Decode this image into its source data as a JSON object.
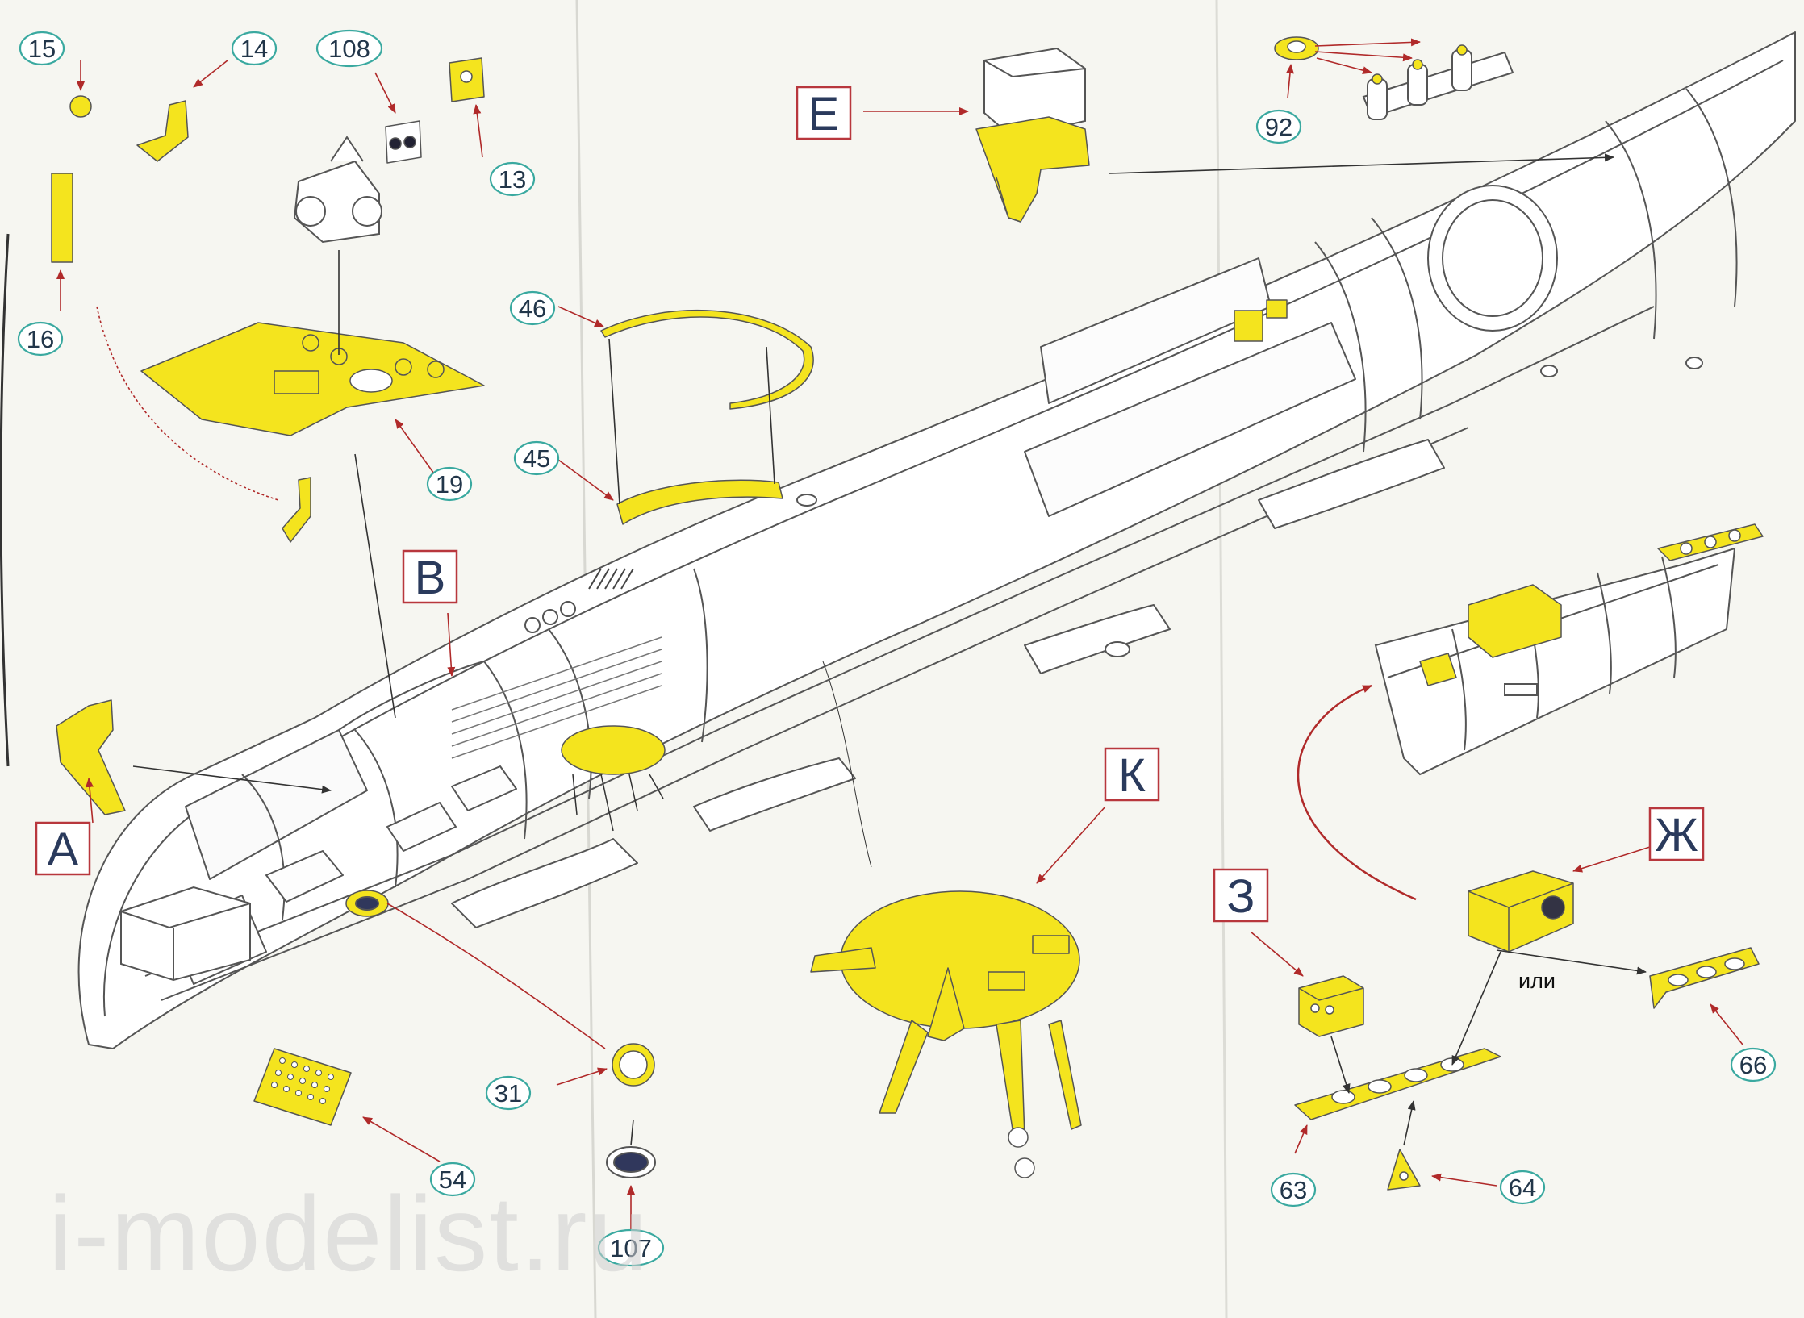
{
  "part_numbers": [
    "15",
    "14",
    "108",
    "13",
    "16",
    "19",
    "46",
    "45",
    "92",
    "31",
    "54",
    "107",
    "63",
    "64",
    "66"
  ],
  "step_letters": [
    "А",
    "В",
    "Е",
    "К",
    "З",
    "Ж"
  ],
  "alternative_label": "или",
  "watermark": "i-modelist.ru",
  "colors": {
    "paper": "#f6f6f1",
    "etched_part": "#f4e41e",
    "outline": "#555555",
    "label_circle": "#3aa9a0",
    "letter_box": "#b8373d",
    "arrow_red": "#b02a2a"
  }
}
